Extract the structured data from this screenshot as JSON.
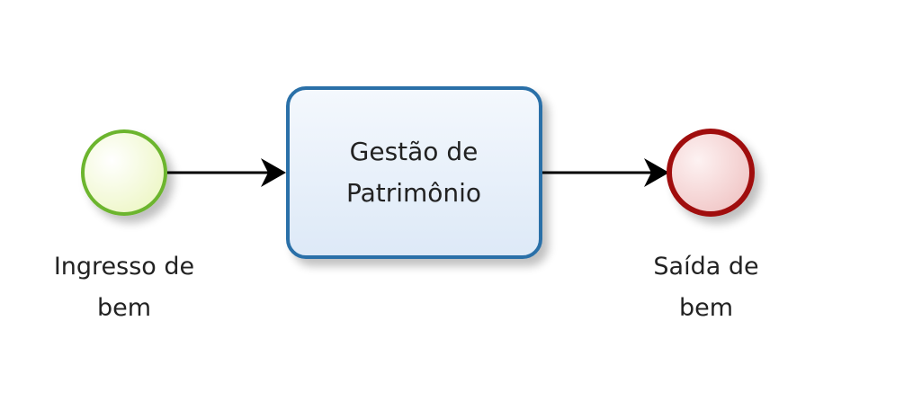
{
  "diagram": {
    "start_event": {
      "label": "Ingresso de\nbem"
    },
    "task": {
      "label": "Gestão de\nPatrimônio"
    },
    "end_event": {
      "label": "Saída de\nbem"
    },
    "colors": {
      "start_stroke": "#6cb52d",
      "start_fill": "#f6fbdc",
      "task_stroke": "#2a70a8",
      "task_fill": "#eaf2fb",
      "end_stroke": "#a01010",
      "end_fill": "#f9dede",
      "flow": "#000000"
    }
  }
}
